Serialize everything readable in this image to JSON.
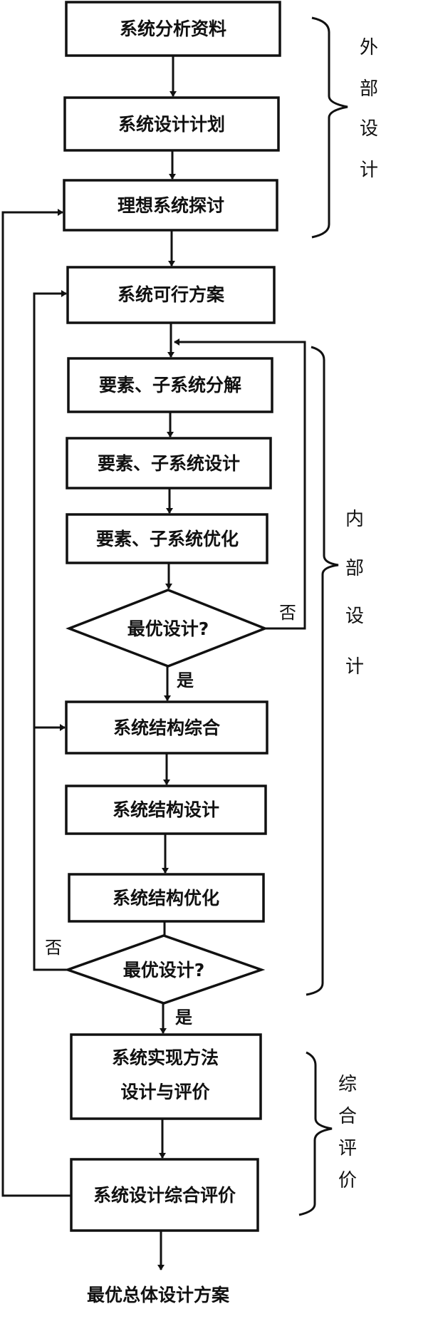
{
  "boxes": {
    "b1": "系统分析资料",
    "b2": "系统设计计划",
    "b3": "理想系统探讨",
    "b4": "系统可行方案",
    "b5": "要素、子系统分解",
    "b6": "要素、子系统设计",
    "b7": "要素、子系统优化",
    "b8": "系统结构综合",
    "b9": "系统结构设计",
    "b10": "系统结构优化",
    "b11_line1": "系统实现方法",
    "b11_line2": "设计与评价",
    "b12": "系统设计综合评价"
  },
  "decisions": {
    "d1": "最优设计?",
    "d2": "最优设计?"
  },
  "labels": {
    "yes": "是",
    "no": "否"
  },
  "output": "最优总体设计方案",
  "brackets": {
    "external": [
      "外",
      "部",
      "设",
      "计"
    ],
    "internal": [
      "内",
      "部",
      "设",
      "计"
    ],
    "overall": [
      "综",
      "合",
      "评",
      "价"
    ]
  }
}
